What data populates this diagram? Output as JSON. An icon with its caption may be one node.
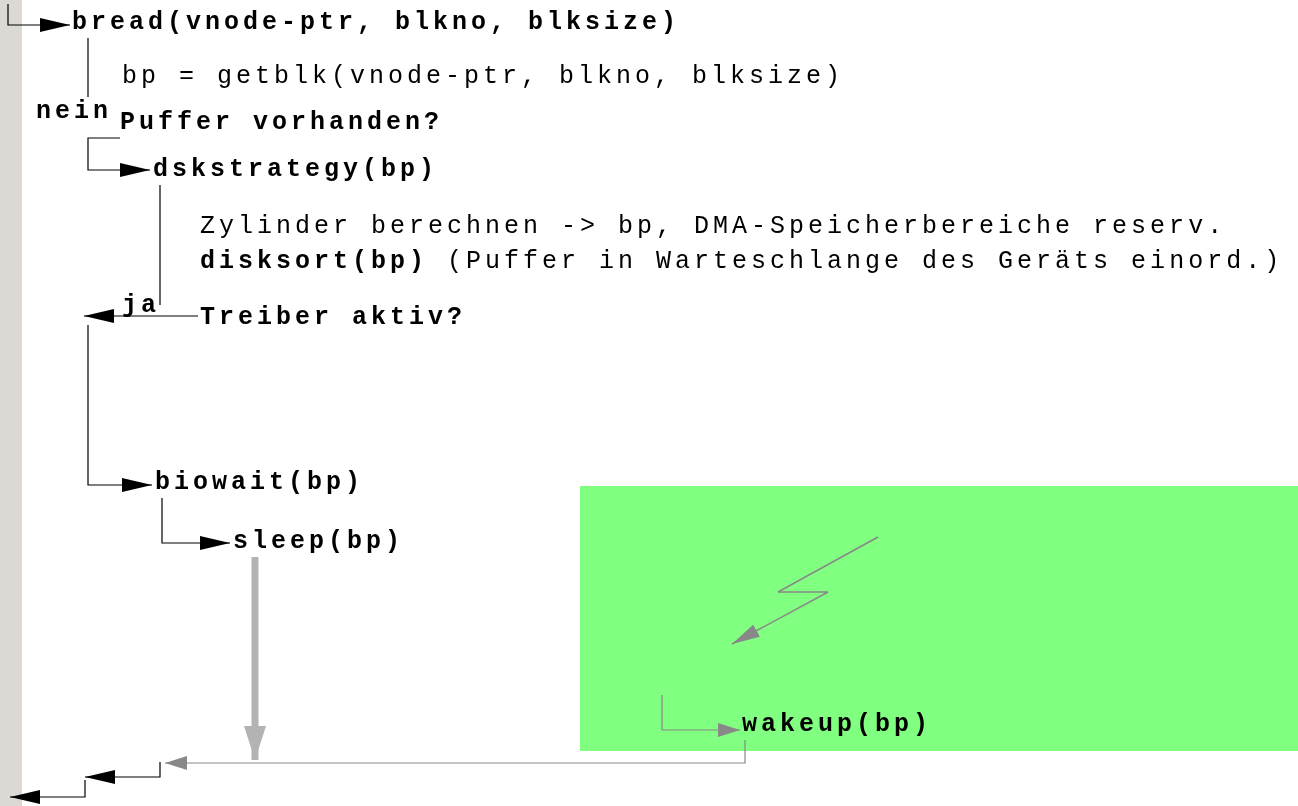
{
  "diagram": {
    "nodes": [
      {
        "text": [
          "bread(vnode-ptr, blkno, blksize)"
        ]
      },
      {
        "text": [
          "bp = getblk(vnode-ptr, blkno, blksize)"
        ]
      },
      {
        "text": [
          "Puffer vorhanden?"
        ]
      },
      {
        "text": [
          "dskstrategy(bp)"
        ]
      },
      {
        "text": [
          "Zylinder berechnen -> bp, DMA-Speicherbereiche reserv."
        ]
      },
      {
        "text": [
          "**disksort(bp)** (Puffer in Warteschlange des Geräts einord.)"
        ]
      },
      {
        "text": [
          "Treiber aktiv?"
        ]
      },
      {
        "text": [
          "biowait(bp)"
        ]
      },
      {
        "text": [
          "sleep(bp)"
        ]
      },
      {
        "text": [],
        "shape": "box"
      },
      {
        "text": [
          "wakeup(bp)"
        ],
        "in": 9
      },
      {
        "text": [],
        "shape": "bar"
      }
    ],
    "edges": [
      {
        "from": 11,
        "to": 0,
        "arrow": "to"
      },
      {
        "from": 2,
        "to": 3,
        "arrow": "to",
        "label": "nein"
      },
      {
        "from": 6,
        "to": null,
        "arrow": "to",
        "label": "ja"
      },
      {
        "from": null,
        "to": 7,
        "arrow": "to"
      },
      {
        "from": 7,
        "to": 8,
        "arrow": "to"
      },
      {
        "from": 8,
        "to": null,
        "arrow": "to",
        "style": "thick",
        "color": "#b3b3b3"
      },
      {
        "from": 10,
        "to": null,
        "arrow": "to",
        "color": "#888888"
      },
      {
        "from": null,
        "to": 10,
        "arrow": "to",
        "color": "#888888"
      },
      {
        "from": 0,
        "to": null,
        "arrow": "none"
      },
      {
        "from": 3,
        "to": null,
        "arrow": "none"
      }
    ]
  }
}
